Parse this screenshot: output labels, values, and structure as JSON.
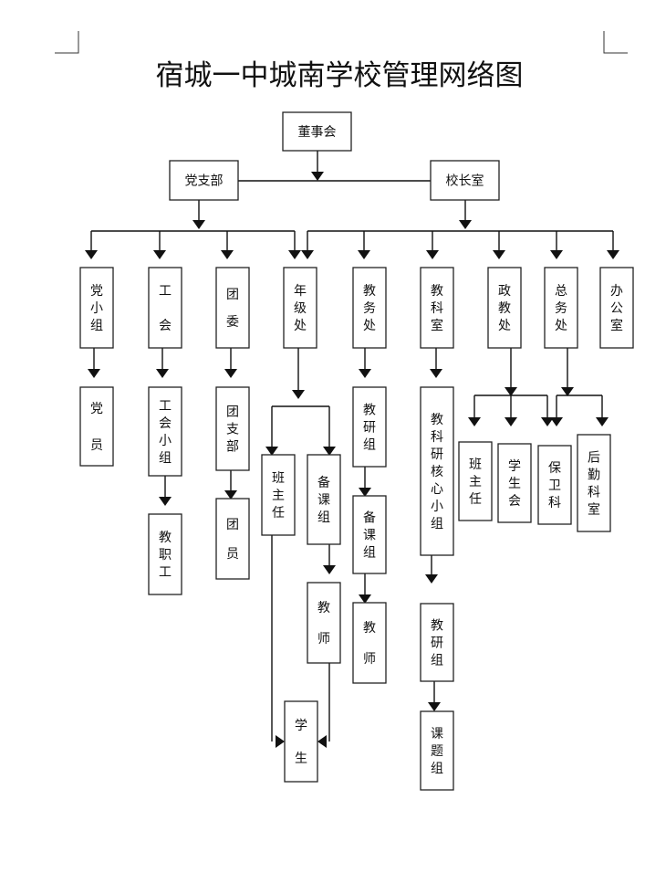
{
  "title": "宿城一中城南学校管理网络图",
  "nodes": {
    "dongshihui": "董事会",
    "dangzhibu": "党支部",
    "xiaozhangshi": "校长室",
    "dangxiaozu": "党小组",
    "dangyuan": "党员",
    "gonghui": "工会",
    "gonghuixiaozu": "工会小组",
    "jiaozhigong": "教职工",
    "tuanwei": "团委",
    "tuanzhibu": "团支部",
    "tuanyuan": "团员",
    "nianjichu": "年级处",
    "banzhuren1": "班主任",
    "beikezu1": "备课组",
    "jiaoshi1": "教师",
    "xuesheng": "学生",
    "jiaowuchu": "教务处",
    "jiaoyanzu1": "教研组",
    "beikezu2": "备课组",
    "jiaoshi2": "教师",
    "jiaokeshi": "教科室",
    "hexinxiaozu": "教科研核心小组",
    "jiaoyanzu2": "教研组",
    "ketizu": "课题组",
    "zhengjiaochu": "政教处",
    "banzhuren2": "班主任",
    "xueshenghui": "学生会",
    "zongwuchu": "总务处",
    "baoweike": "保卫科",
    "houqinkeshi": "后勤科室",
    "bangongshi": "办公室"
  }
}
